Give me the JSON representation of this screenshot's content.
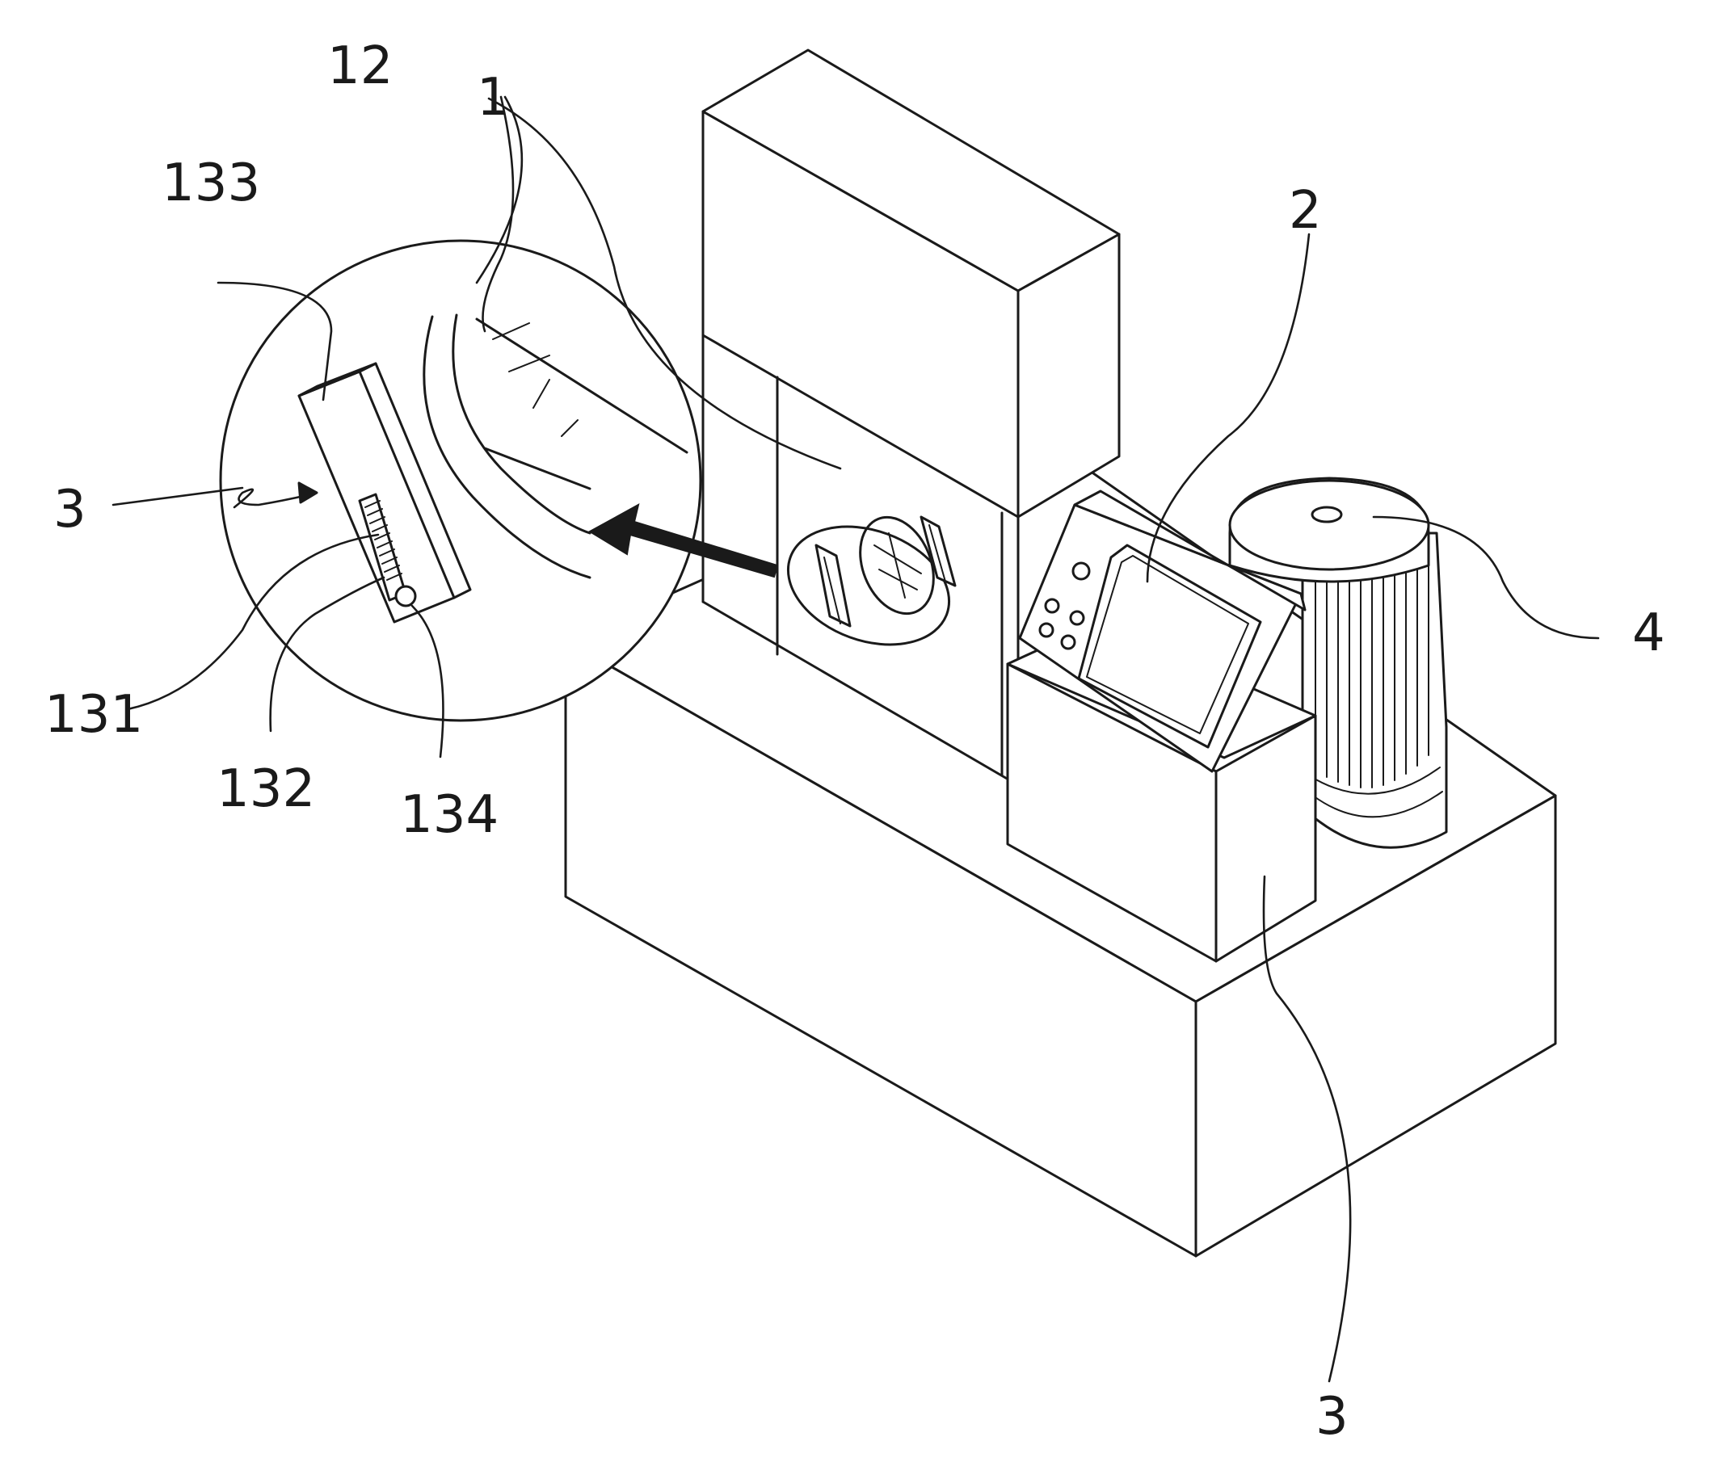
{
  "labels": {
    "main_body": "1",
    "lens_wheel": "12",
    "control_panel": "2",
    "guide_member_detail": "3",
    "guide_member_base": "3",
    "motor": "4",
    "guide_bar": "133",
    "rack_gear": "131",
    "slot": "132",
    "pinion": "134"
  },
  "colors": {
    "line": "#1a1a1a",
    "background": "#ffffff"
  }
}
